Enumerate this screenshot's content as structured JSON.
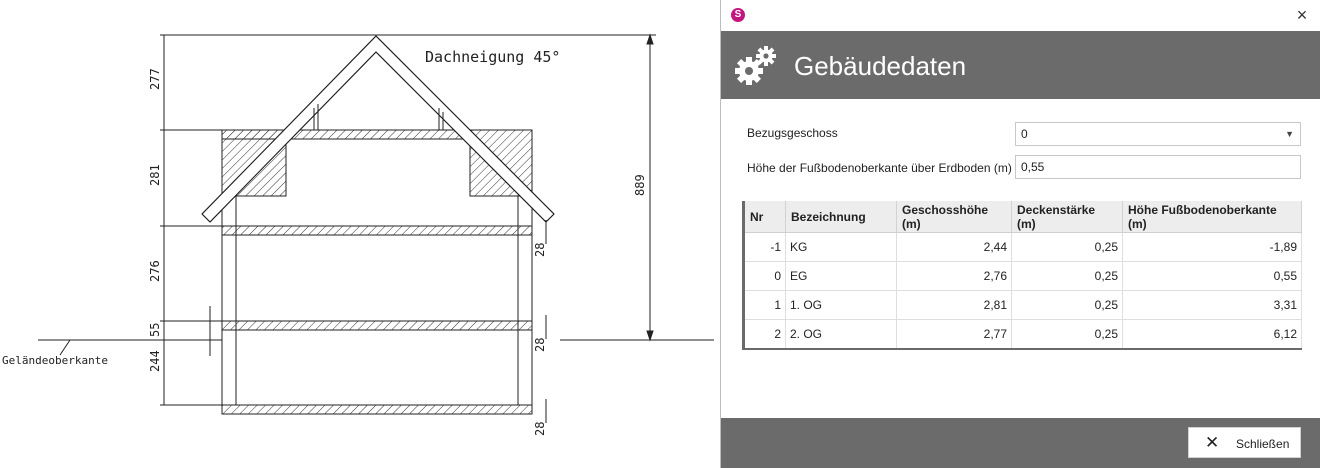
{
  "drawing": {
    "roof_pitch_label": "Dachneigung 45°",
    "ground_label": "Geländeoberkante",
    "dimensions_left": [
      "277",
      "281",
      "276",
      "55",
      "244"
    ],
    "total_height": "889",
    "slab_thickness": "28"
  },
  "dialog": {
    "title": "Gebäudedaten",
    "close_glyph": "×",
    "reference_floor_label": "Bezugsgeschoss",
    "reference_floor_value": "0",
    "floor_height_label": "Höhe der Fußbodenoberkante über Erdboden (m)",
    "floor_height_value": "0,55",
    "table": {
      "columns": [
        "Nr",
        "Bezeichnung",
        "Geschosshöhe (m)",
        "Deckenstärke (m)",
        "Höhe Fußbodenoberkante (m)"
      ],
      "rows": [
        [
          "-1",
          "KG",
          "2,44",
          "0,25",
          "-1,89"
        ],
        [
          "0",
          "EG",
          "2,76",
          "0,25",
          "0,55"
        ],
        [
          "1",
          "1. OG",
          "2,81",
          "0,25",
          "3,31"
        ],
        [
          "2",
          "2. OG",
          "2,77",
          "0,25",
          "6,12"
        ]
      ]
    },
    "close_button_label": "Schließen"
  }
}
